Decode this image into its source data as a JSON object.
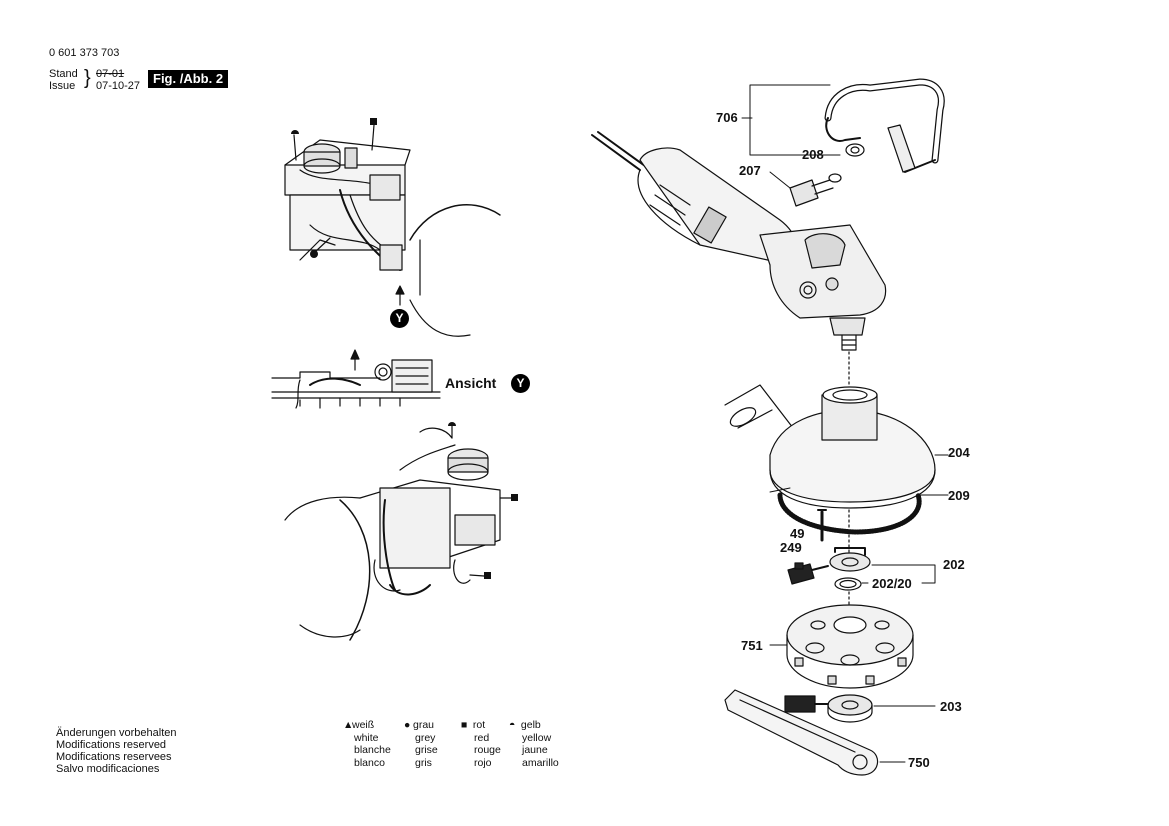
{
  "header": {
    "doc_number": "0 601 373 703",
    "stand_label": "Stand",
    "issue_label": "Issue",
    "old_date": "07-01",
    "new_date": "07-10-27",
    "figure_label": "Fig. /Abb. 2"
  },
  "view": {
    "ansicht_label": "Ansicht",
    "marker": "Y"
  },
  "parts": {
    "p706": "706",
    "p208": "208",
    "p207": "207",
    "p204": "204",
    "p209": "209",
    "p49": "49",
    "p249": "249",
    "p202": "202",
    "p202_20": "202/20",
    "p751": "751",
    "p203": "203",
    "p750": "750"
  },
  "notes": {
    "line1": "Änderungen vorbehalten",
    "line2": "Modifications reserved",
    "line3": "Modifications reservees",
    "line4": "Salvo modificaciones"
  },
  "legend": {
    "white": {
      "symbol": "▲",
      "de": "weiß",
      "en": "white",
      "fr": "blanche",
      "es": "blanco"
    },
    "grey": {
      "symbol": "●",
      "de": "grau",
      "en": "grey",
      "fr": "grise",
      "es": "gris"
    },
    "red": {
      "symbol": "■",
      "de": "rot",
      "en": "red",
      "fr": "rouge",
      "es": "rojo"
    },
    "yellow": {
      "symbol": "◓",
      "de": "gelb",
      "en": "yellow",
      "fr": "jaune",
      "es": "amarillo"
    }
  }
}
